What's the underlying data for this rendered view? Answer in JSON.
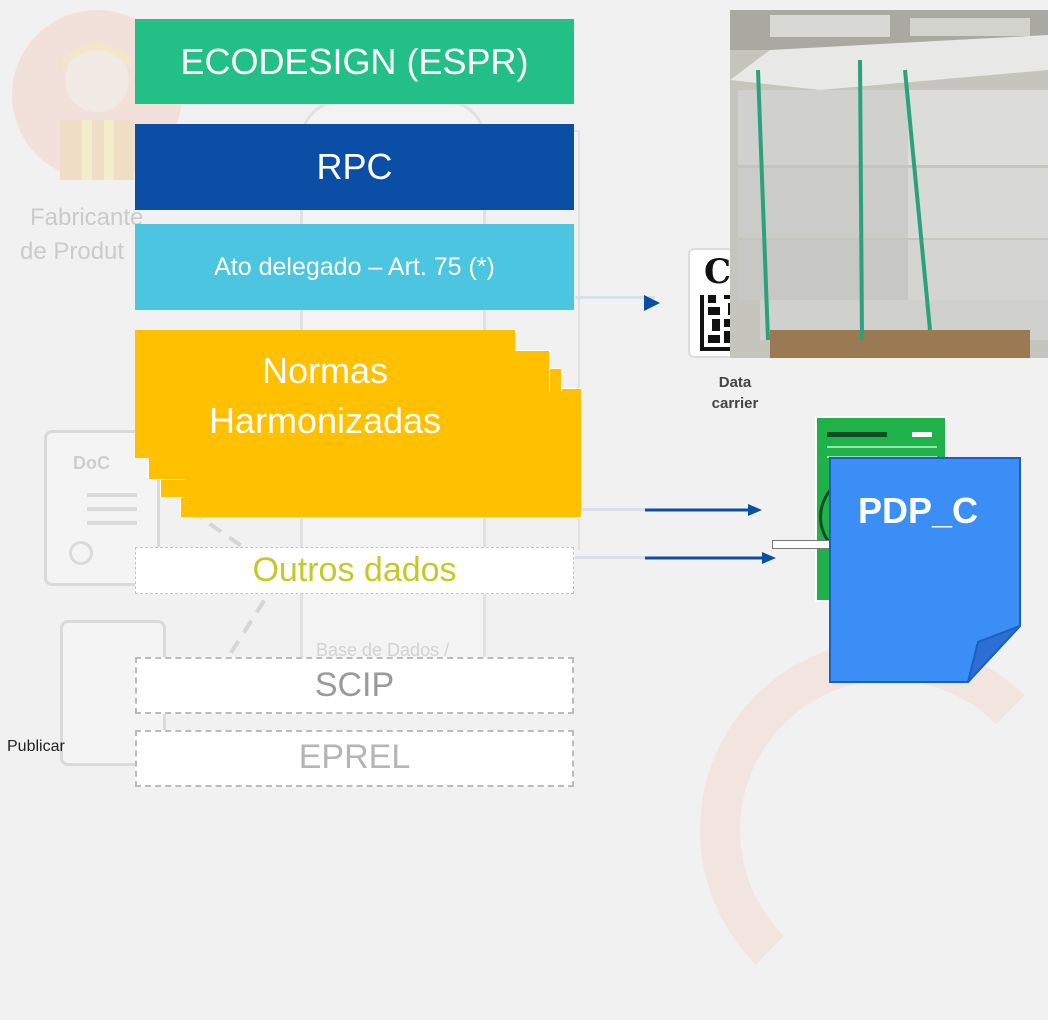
{
  "background": {
    "person_label_line1": "Fabricante",
    "person_label_line2": "de Produt",
    "doc_label": "DoC",
    "db_label": "Base de Dados /"
  },
  "stack": {
    "ecodesign": "ECODESIGN (ESPR)",
    "rpc": "RPC",
    "ato": "Ato delegado – Art. 75 (*)",
    "normas_line1": "Normas",
    "normas_line2": "Harmonizadas",
    "outros": "Outros dados",
    "scip": "SCIP",
    "eprel": "EPREL"
  },
  "labels": {
    "publicar": "Publicar",
    "data_carrier_line1": "Data",
    "data_carrier_line2": "carrier",
    "ce_mark": "CE",
    "pdp": "PDP_C"
  },
  "colors": {
    "ecodesign": "#22c087",
    "rpc": "#0a4fa5",
    "ato": "#4cc5e0",
    "normas": "#ffc000",
    "outros_text": "#c5c925",
    "pdp_blue": "#3b8ef5",
    "arrow": "#0a4fa5"
  }
}
